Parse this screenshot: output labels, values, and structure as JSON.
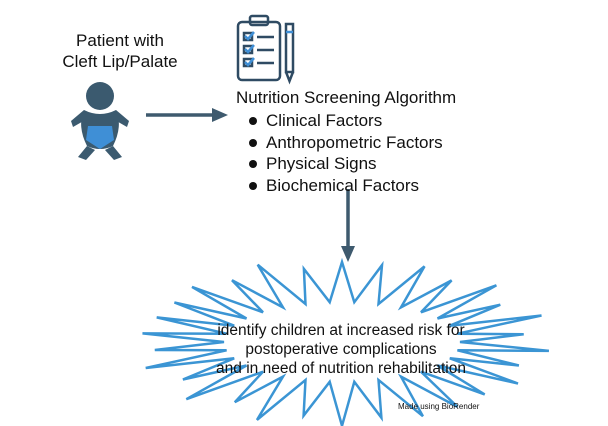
{
  "patient": {
    "label_line1": "Patient with",
    "label_line2": "Cleft Lip/Palate"
  },
  "algorithm": {
    "title": "Nutrition Screening Algorithm",
    "items": [
      "Clinical Factors",
      "Anthropometric Factors",
      "Physical Signs",
      "Biochemical Factors"
    ]
  },
  "outcome": {
    "line1": "identify children at increased risk for",
    "line2": "postoperative complications",
    "line3": "and in need of nutrition rehabilitation"
  },
  "credit": "Made using BioRender",
  "colors": {
    "arrow": "#3e5a6e",
    "baby_body": "#3b5a6f",
    "diaper": "#3f8fd6",
    "clipboard_ink": "#2f4b63",
    "clipboard_accent": "#3f8fd6",
    "starburst_stroke": "#3b95d4"
  },
  "icons": {
    "patient": "baby-icon",
    "algorithm": "clipboard-checklist-icon",
    "tool": "pencil-icon"
  }
}
